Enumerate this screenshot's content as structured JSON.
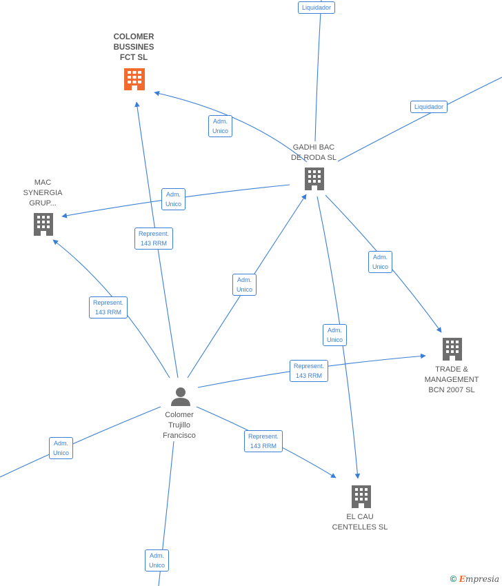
{
  "companies": {
    "colomer_bussines": {
      "label": [
        "COLOMER",
        "BUSSINES",
        "FCT  SL"
      ],
      "color": "#f26a2e"
    },
    "gadhi_bac": {
      "label": [
        "GADHI BAC",
        "DE RODA  SL"
      ],
      "color": "#6e6e6e"
    },
    "mac_synergia": {
      "label": [
        "MAC",
        "SYNERGIA",
        "GRUP..."
      ],
      "color": "#6e6e6e"
    },
    "trade_management": {
      "label": [
        "TRADE &",
        "MANAGEMENT",
        "BCN 2007  SL"
      ],
      "color": "#6e6e6e"
    },
    "el_cau": {
      "label": [
        "EL CAU",
        "CENTELLES  SL"
      ],
      "color": "#6e6e6e"
    }
  },
  "person": {
    "label": [
      "Colomer",
      "Trujillo",
      "Francisco"
    ],
    "color": "#6e6e6e"
  },
  "edge_labels": {
    "liquidador_top": [
      "Liquidador"
    ],
    "liquidador_right": [
      "Liquidador"
    ],
    "gadhi_colomer": [
      "Adm.",
      "Unico"
    ],
    "gadhi_mac": [
      "Adm.",
      "Unico"
    ],
    "person_colomer": [
      "Represent.",
      "143 RRM"
    ],
    "person_mac": [
      "Represent.",
      "143 RRM"
    ],
    "person_gadhi": [
      "Adm.",
      "Unico"
    ],
    "gadhi_trade": [
      "Adm.",
      "Unico"
    ],
    "gadhi_elcau": [
      "Adm.",
      "Unico"
    ],
    "person_trade": [
      "Represent.",
      "143 RRM"
    ],
    "person_elcau": [
      "Represent.",
      "143 RRM"
    ],
    "person_left": [
      "Adm.",
      "Unico"
    ],
    "person_bottom": [
      "Adm.",
      "Unico"
    ]
  },
  "colors": {
    "edge": "#3a7fd5"
  },
  "footer": {
    "copyright": "©",
    "brand_initial": "E",
    "brand_rest": "mpresia"
  }
}
